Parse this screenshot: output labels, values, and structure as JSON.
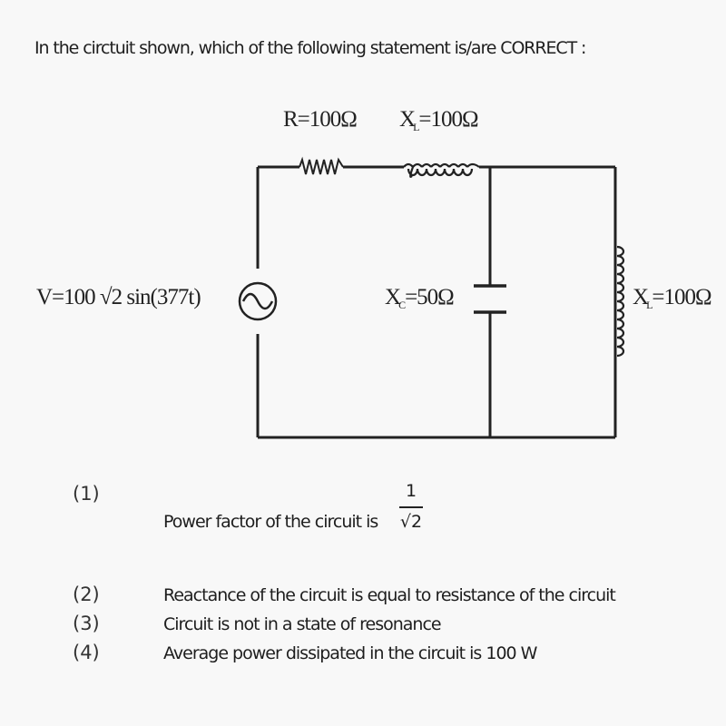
{
  "question": "In the circtuit shown, which of the following statement is/are CORRECT :",
  "circuit": {
    "resistor_label": "R=100Ω",
    "series_inductor": {
      "symbol": "X",
      "subscript": "L",
      "value": "=100Ω"
    },
    "source_label": "V=100 √2 sin(377t)",
    "capacitor": {
      "symbol": "X",
      "subscript": "C",
      "value": "=50Ω"
    },
    "shunt_inductor": {
      "symbol": "X",
      "subscript": "L",
      "value": "=100Ω"
    }
  },
  "options": [
    {
      "number": "(1)",
      "text": "Power factor of the circuit is",
      "fraction": {
        "numerator": "1",
        "denominator": "√2"
      }
    },
    {
      "number": "(2)",
      "text": "Reactance of the circuit is equal to resistance of the circuit"
    },
    {
      "number": "(3)",
      "text": "Circuit is not in a state of resonance"
    },
    {
      "number": "(4)",
      "text": "Average power dissipated in the circuit is 100 W"
    }
  ]
}
